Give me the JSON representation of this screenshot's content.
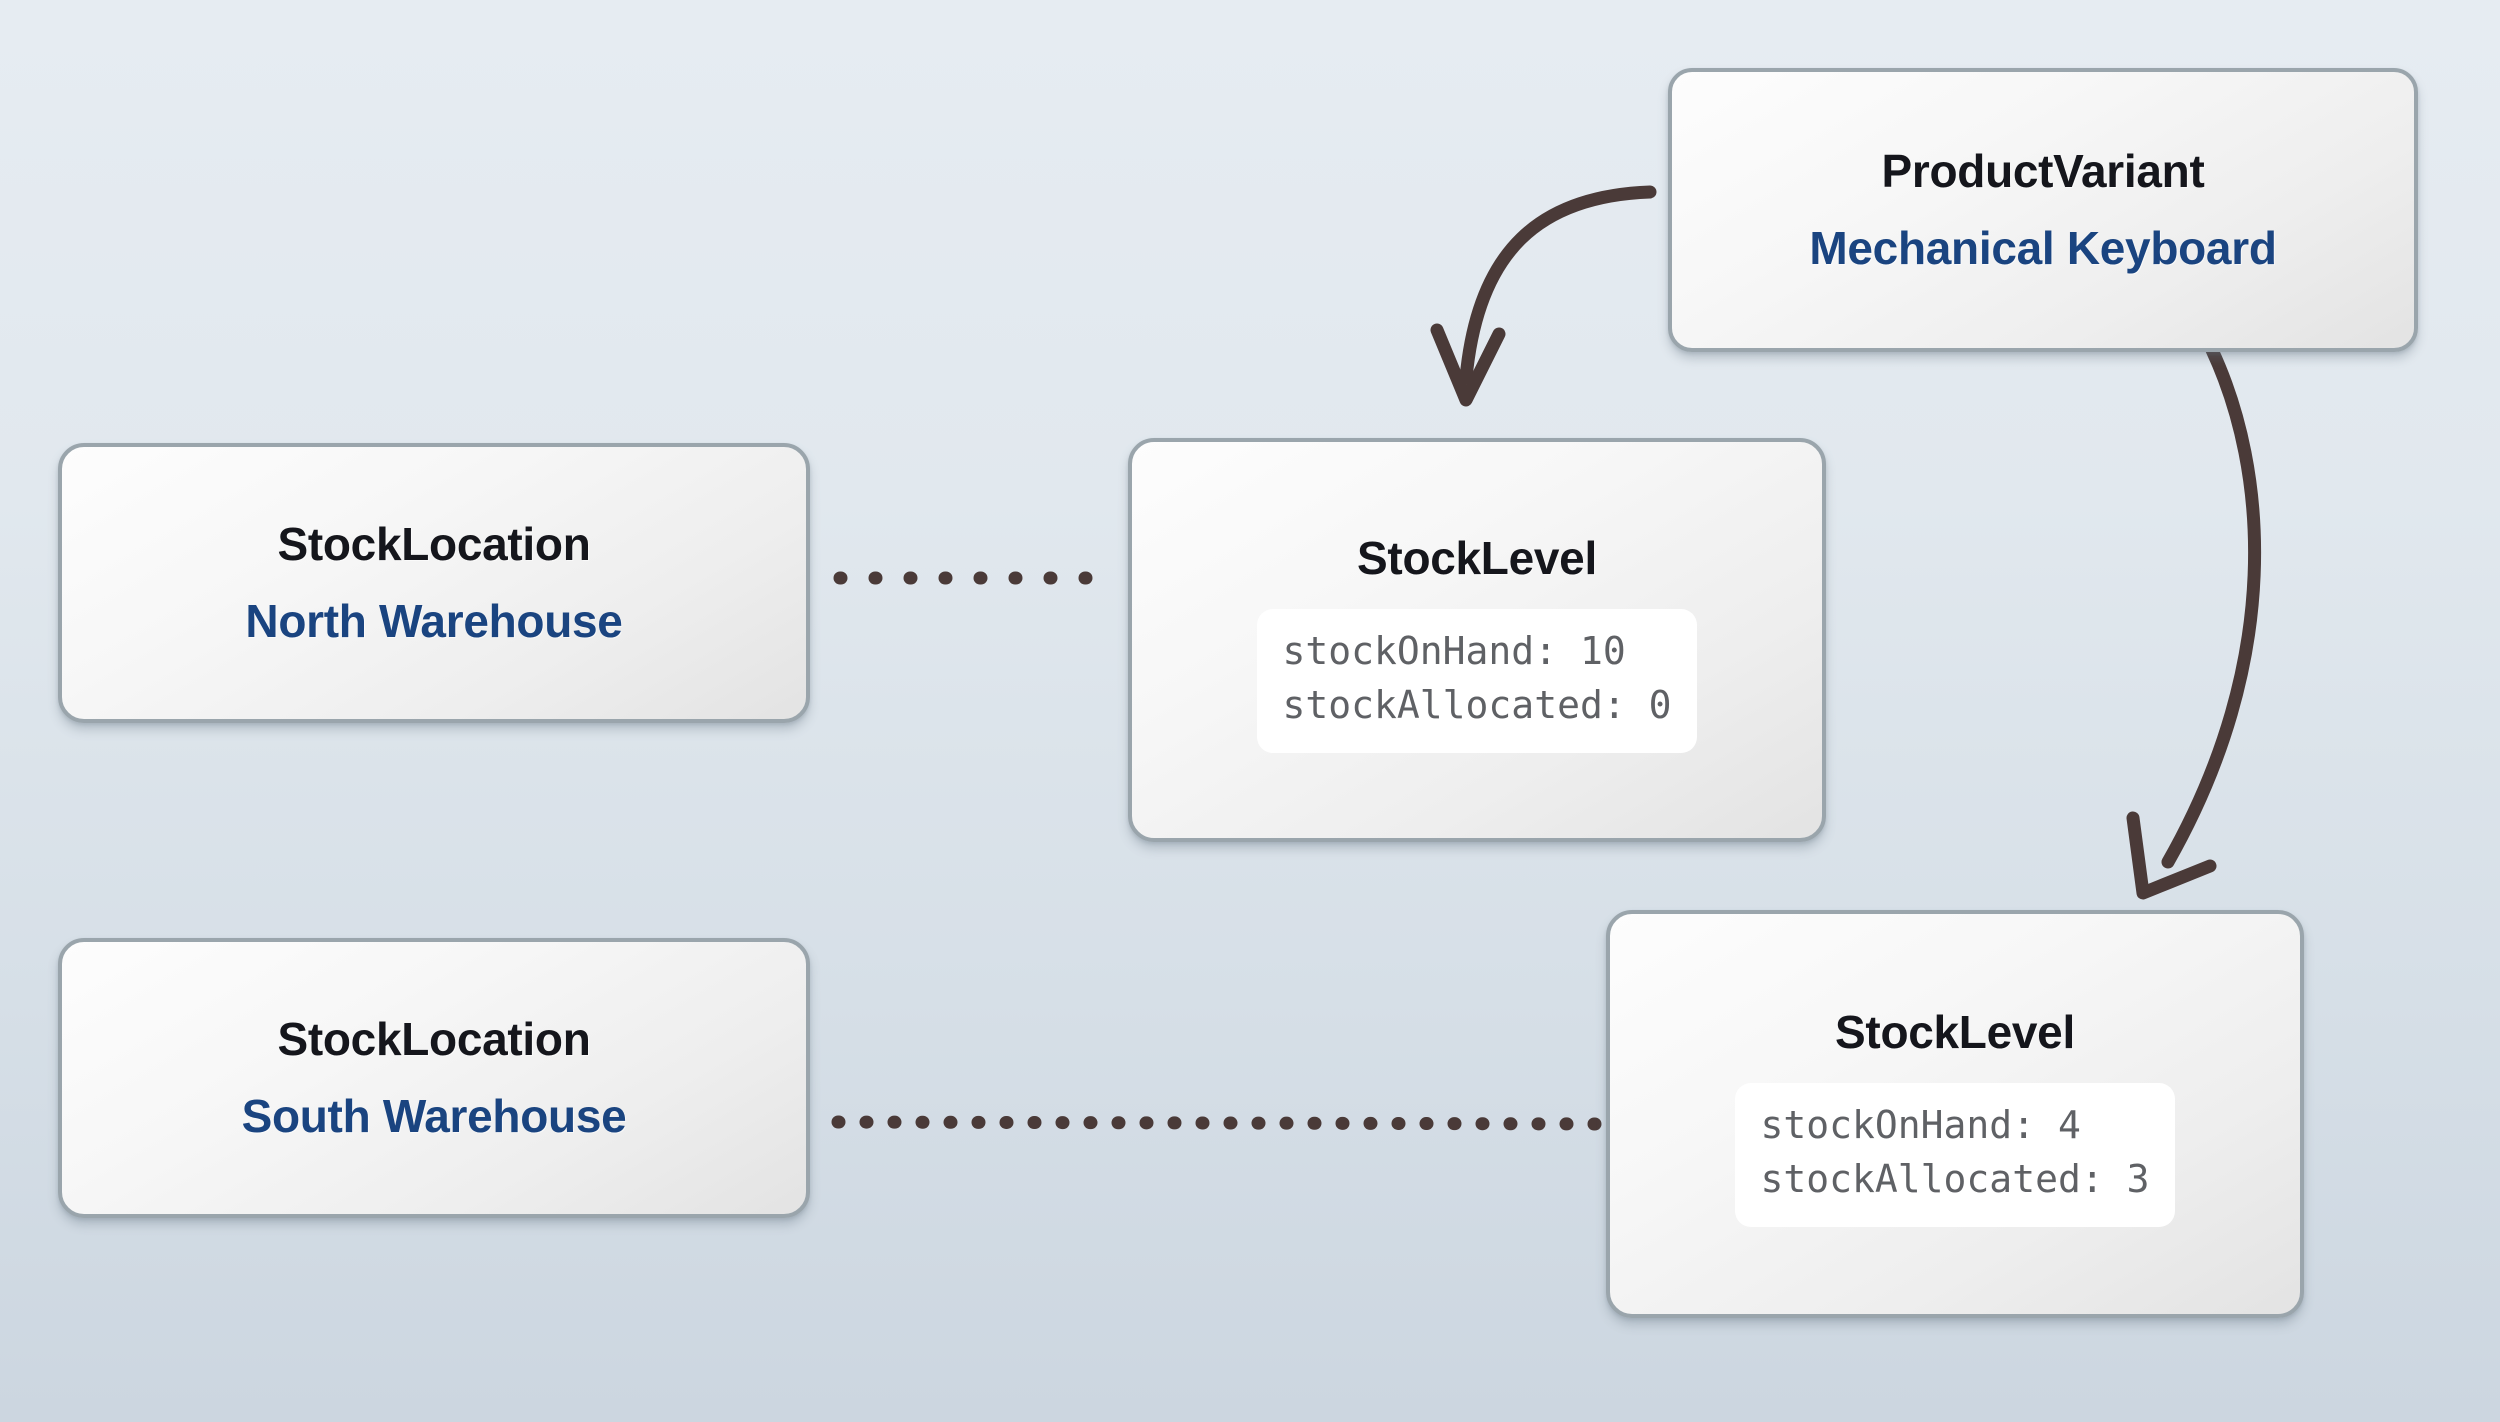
{
  "diagram": {
    "type": "entity-relationship-graph",
    "background_top_color": "#e6ecf2",
    "background_bottom_color": "#ccd6e0",
    "title_color": "#15161c",
    "subtitle_color": "#1a4480",
    "field_text_color": "#5f6165",
    "edge_color": "#4a3a38",
    "node_border_color": "#9aa5ac"
  },
  "nodes": {
    "product_variant": {
      "title": "ProductVariant",
      "subtitle": "Mechanical Keyboard"
    },
    "stock_level_north": {
      "title": "StockLevel",
      "fields": [
        "stockOnHand: 10",
        "stockAllocated: 0"
      ]
    },
    "stock_level_south": {
      "title": "StockLevel",
      "fields": [
        "stockOnHand: 4",
        "stockAllocated: 3"
      ]
    },
    "stock_location_north": {
      "title": "StockLocation",
      "subtitle": "North Warehouse"
    },
    "stock_location_south": {
      "title": "StockLocation",
      "subtitle": "South Warehouse"
    }
  },
  "edges": [
    {
      "name": "product-variant-to-stock-level-north",
      "from": "product_variant",
      "to": "stock_level_north",
      "style": "curved-arrow",
      "direction": "down-left"
    },
    {
      "name": "product-variant-to-stock-level-south",
      "from": "product_variant",
      "to": "stock_level_south",
      "style": "curved-arrow",
      "direction": "down-left"
    },
    {
      "name": "stock-location-north-to-stock-level-north",
      "from": "stock_location_north",
      "to": "stock_level_north",
      "style": "dotted-line"
    },
    {
      "name": "stock-location-south-to-stock-level-south",
      "from": "stock_location_south",
      "to": "stock_level_south",
      "style": "dotted-line"
    }
  ]
}
